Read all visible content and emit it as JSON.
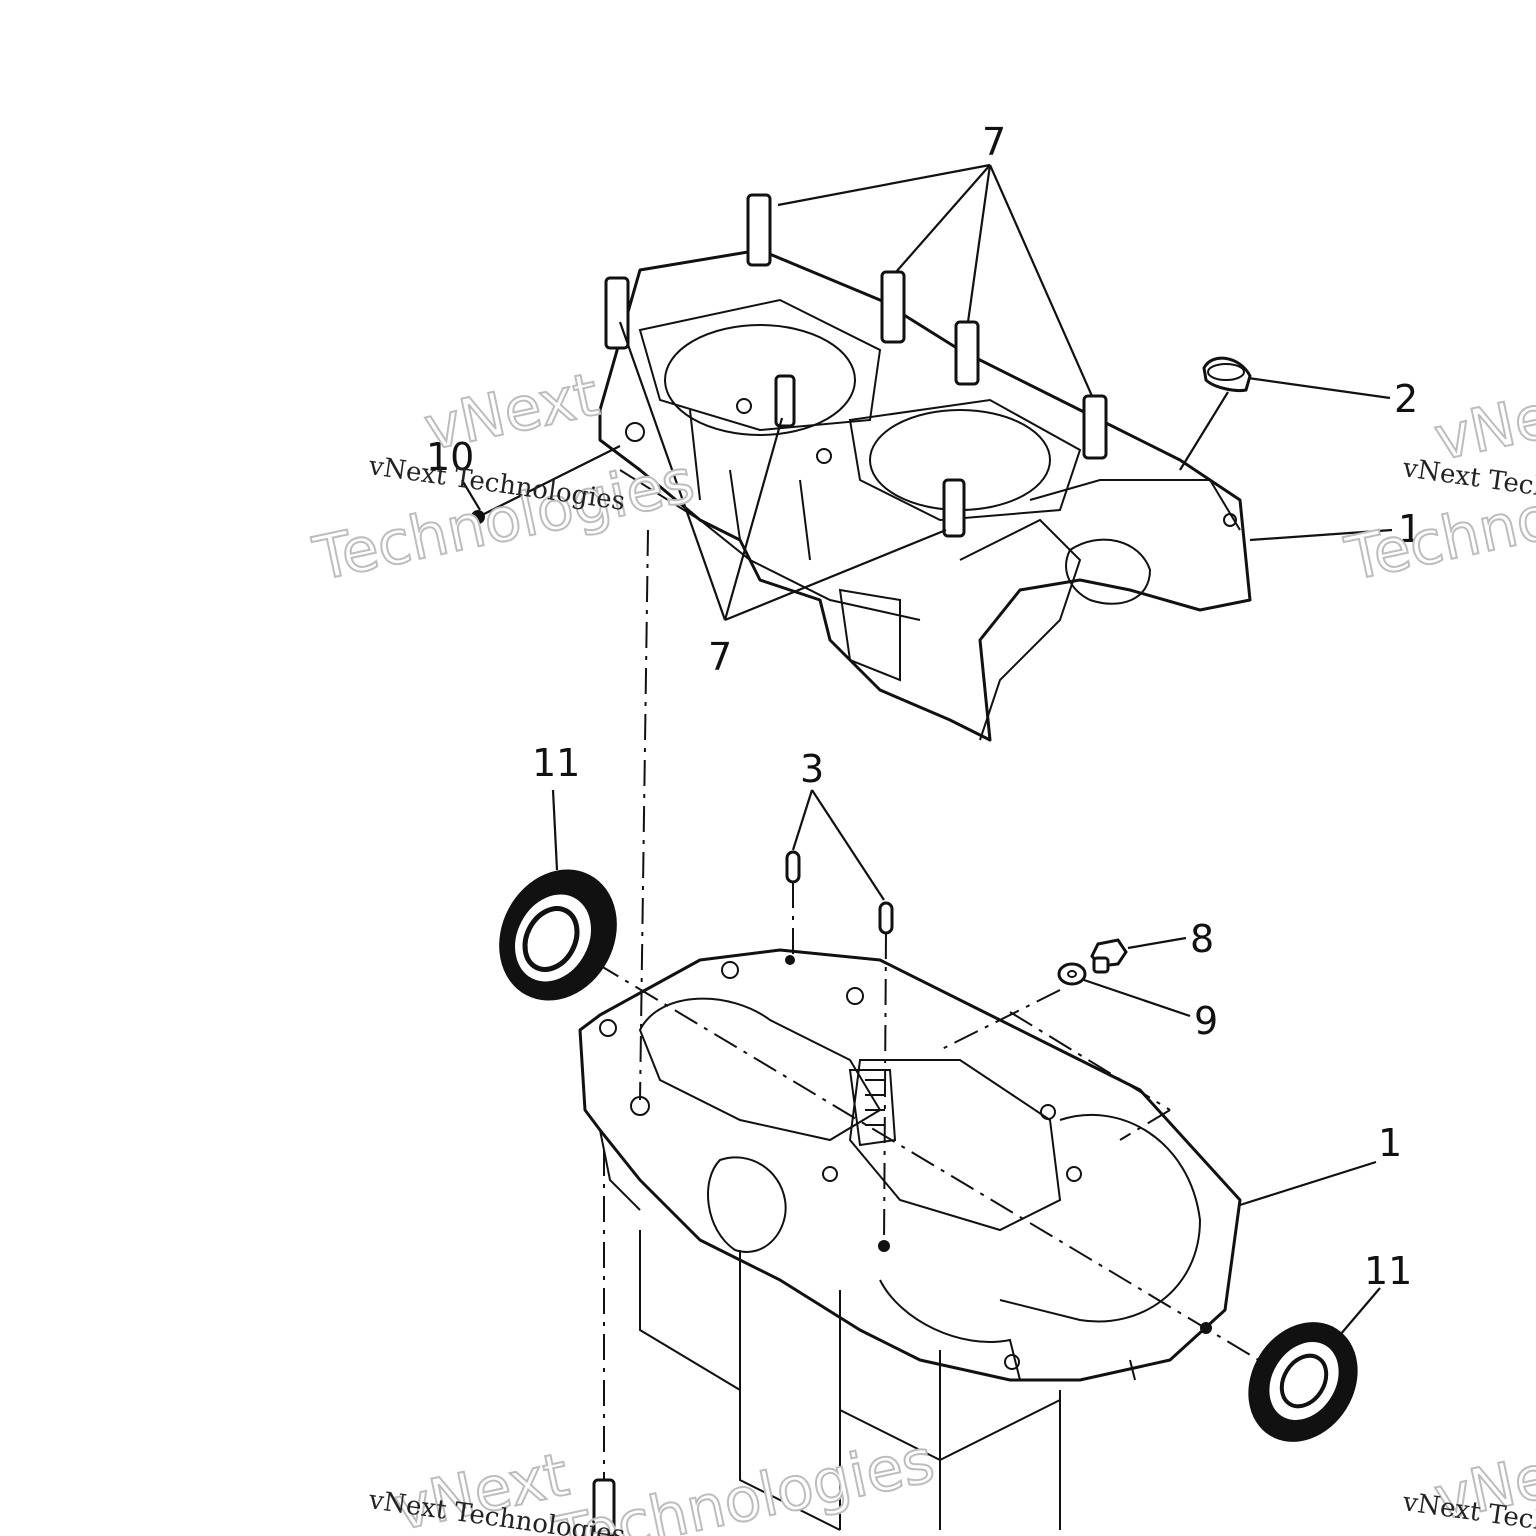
{
  "callouts": {
    "c7_top": "7",
    "c7_bottom": "7",
    "c2": "2",
    "c1_upper": "1",
    "c10": "10",
    "c11_left": "11",
    "c3": "3",
    "c8": "8",
    "c9": "9",
    "c1_lower": "1",
    "c11_right": "11"
  },
  "watermark": {
    "brand_small": "vNext Technologies",
    "brand_word1": "vNext",
    "brand_word2": "Technologies"
  }
}
